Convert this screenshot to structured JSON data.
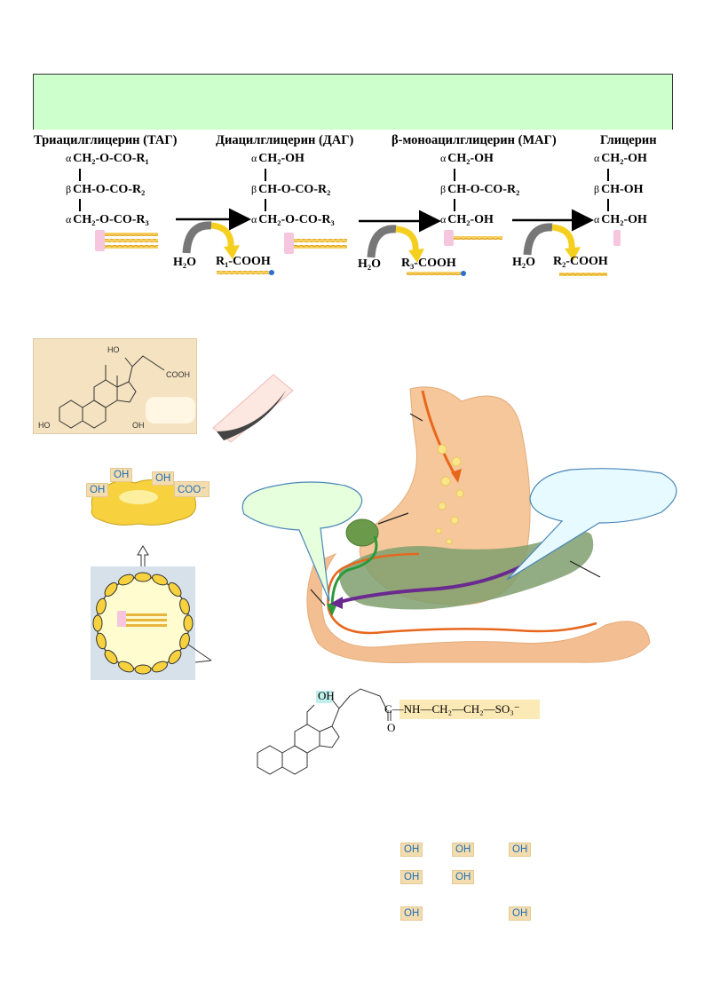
{
  "pathway": {
    "col1_title": "Триацилглицерин (ТАГ)",
    "col2_title": "Диацилглицерин (ДАГ)",
    "col3_title": "β-моноацилглицерин (МАГ)",
    "col4_title": "Глицерин",
    "tag": {
      "alpha1": {
        "pos": "α",
        "text": "CH₂-O-CO-R₁"
      },
      "beta": {
        "pos": "β",
        "text": "CH-O-CO-R₂"
      },
      "alpha3": {
        "pos": "α",
        "text": "CH₂-O-CO-R₃"
      }
    },
    "dag": {
      "alpha1": {
        "pos": "α",
        "text": "CH₂-OH"
      },
      "beta": {
        "pos": "β",
        "text": "CH-O-CO-R₂"
      },
      "alpha3": {
        "pos": "α",
        "text": "CH₂-O-CO-R₃"
      }
    },
    "mag": {
      "alpha1": {
        "pos": "α",
        "text": "CH₂-OH"
      },
      "beta": {
        "pos": "β",
        "text": "CH-O-CO-R₂"
      },
      "alpha3": {
        "pos": "α",
        "text": "CH₂-OH"
      }
    },
    "glycerol": {
      "alpha1": {
        "pos": "α",
        "text": "CH₂-OH"
      },
      "beta": {
        "pos": "β",
        "text": "CH-OH"
      },
      "alpha3": {
        "pos": "α",
        "text": "CH₂-OH"
      }
    },
    "step1": {
      "water": "H₂O",
      "product": "R₁-COOH"
    },
    "step2": {
      "water": "H₂O",
      "product": "R₃-COOH"
    },
    "step3": {
      "water": "H₂O",
      "product": "R₂-COOH"
    }
  },
  "bile_acid_structure": {
    "labels": [
      "HO",
      "COOH",
      "HO",
      "OH"
    ]
  },
  "micelle": {
    "labels": [
      "OH",
      "OH",
      "OH",
      "COO⁻"
    ]
  },
  "taurocholate": {
    "oh": "OH",
    "chain": "C—NH—CH₂—CH₂—SO₃⁻",
    "carbonyl_o": "O"
  },
  "oh_grid": [
    "OH",
    "OH",
    "OH",
    "OH",
    "OH",
    "OH",
    "OH"
  ],
  "colors": {
    "banner": "#ccffcc",
    "callout": "#e6ffdc",
    "callout_blue": "#e6faff",
    "stomach": "#f6c79a",
    "pancreas": "#7f9f6e",
    "orange_path": "#e8661c",
    "green_path": "#2a9a3a",
    "purple_path": "#6a2a8f",
    "yellow_fat": "#f7d23e"
  }
}
